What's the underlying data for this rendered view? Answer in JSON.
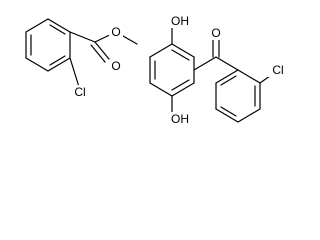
{
  "molecule": {
    "atom_labels": {
      "carbonyl_oxygen_ester": "O",
      "ester_oxygen": "O",
      "chlorine_left": "Cl",
      "hydroxyl_top": "OH",
      "hydroxyl_bottom": "OH",
      "carbonyl_oxygen_ketone": "O",
      "chlorine_right": "Cl"
    },
    "colors": {
      "bond": "#000000",
      "background": "#ffffff"
    }
  }
}
